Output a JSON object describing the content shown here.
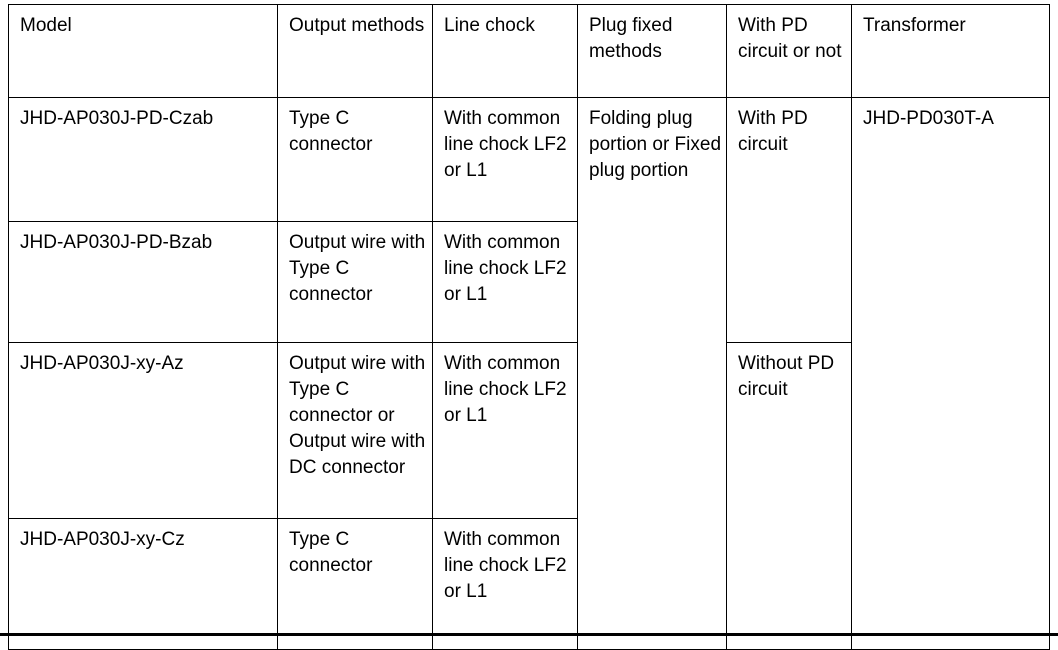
{
  "table": {
    "columns": [
      {
        "key": "model",
        "label": "Model"
      },
      {
        "key": "output",
        "label": "Output methods"
      },
      {
        "key": "chock",
        "label": "Line chock"
      },
      {
        "key": "plug",
        "label": "Plug fixed methods"
      },
      {
        "key": "pd",
        "label": "With PD circuit or not"
      },
      {
        "key": "transformer",
        "label": "Transformer"
      }
    ],
    "rows": [
      {
        "model": "JHD-AP030J-PD-Czab",
        "output": "Type C connector",
        "chock": "With common line chock LF2 or L1",
        "plug": "Folding plug portion or Fixed plug portion",
        "pd": "With PD circuit",
        "transformer": "JHD-PD030T-A"
      },
      {
        "model": "JHD-AP030J-PD-Bzab",
        "output": "Output wire with Type C connector",
        "chock": "With common line chock LF2 or L1",
        "plug": "",
        "pd": "",
        "transformer": ""
      },
      {
        "model": "JHD-AP030J-xy-Az",
        "output": "Output wire with Type C connector or Output wire with DC connector",
        "chock": "With common line chock LF2 or L1",
        "plug": "",
        "pd": "Without PD circuit",
        "transformer": ""
      },
      {
        "model": "JHD-AP030J-xy-Cz",
        "output": "Type C connector",
        "chock": "With common line chock LF2 or L1",
        "plug": "",
        "pd": "",
        "transformer": ""
      }
    ],
    "merges": {
      "plug_rowspan_from_row_0": 4,
      "pd_rowspan_from_row_0": 2,
      "pd_rowspan_from_row_2": 2,
      "transformer_rowspan_from_row_0": 4
    },
    "colors": {
      "border": "#000000",
      "text": "#000000",
      "background": "#ffffff"
    }
  }
}
